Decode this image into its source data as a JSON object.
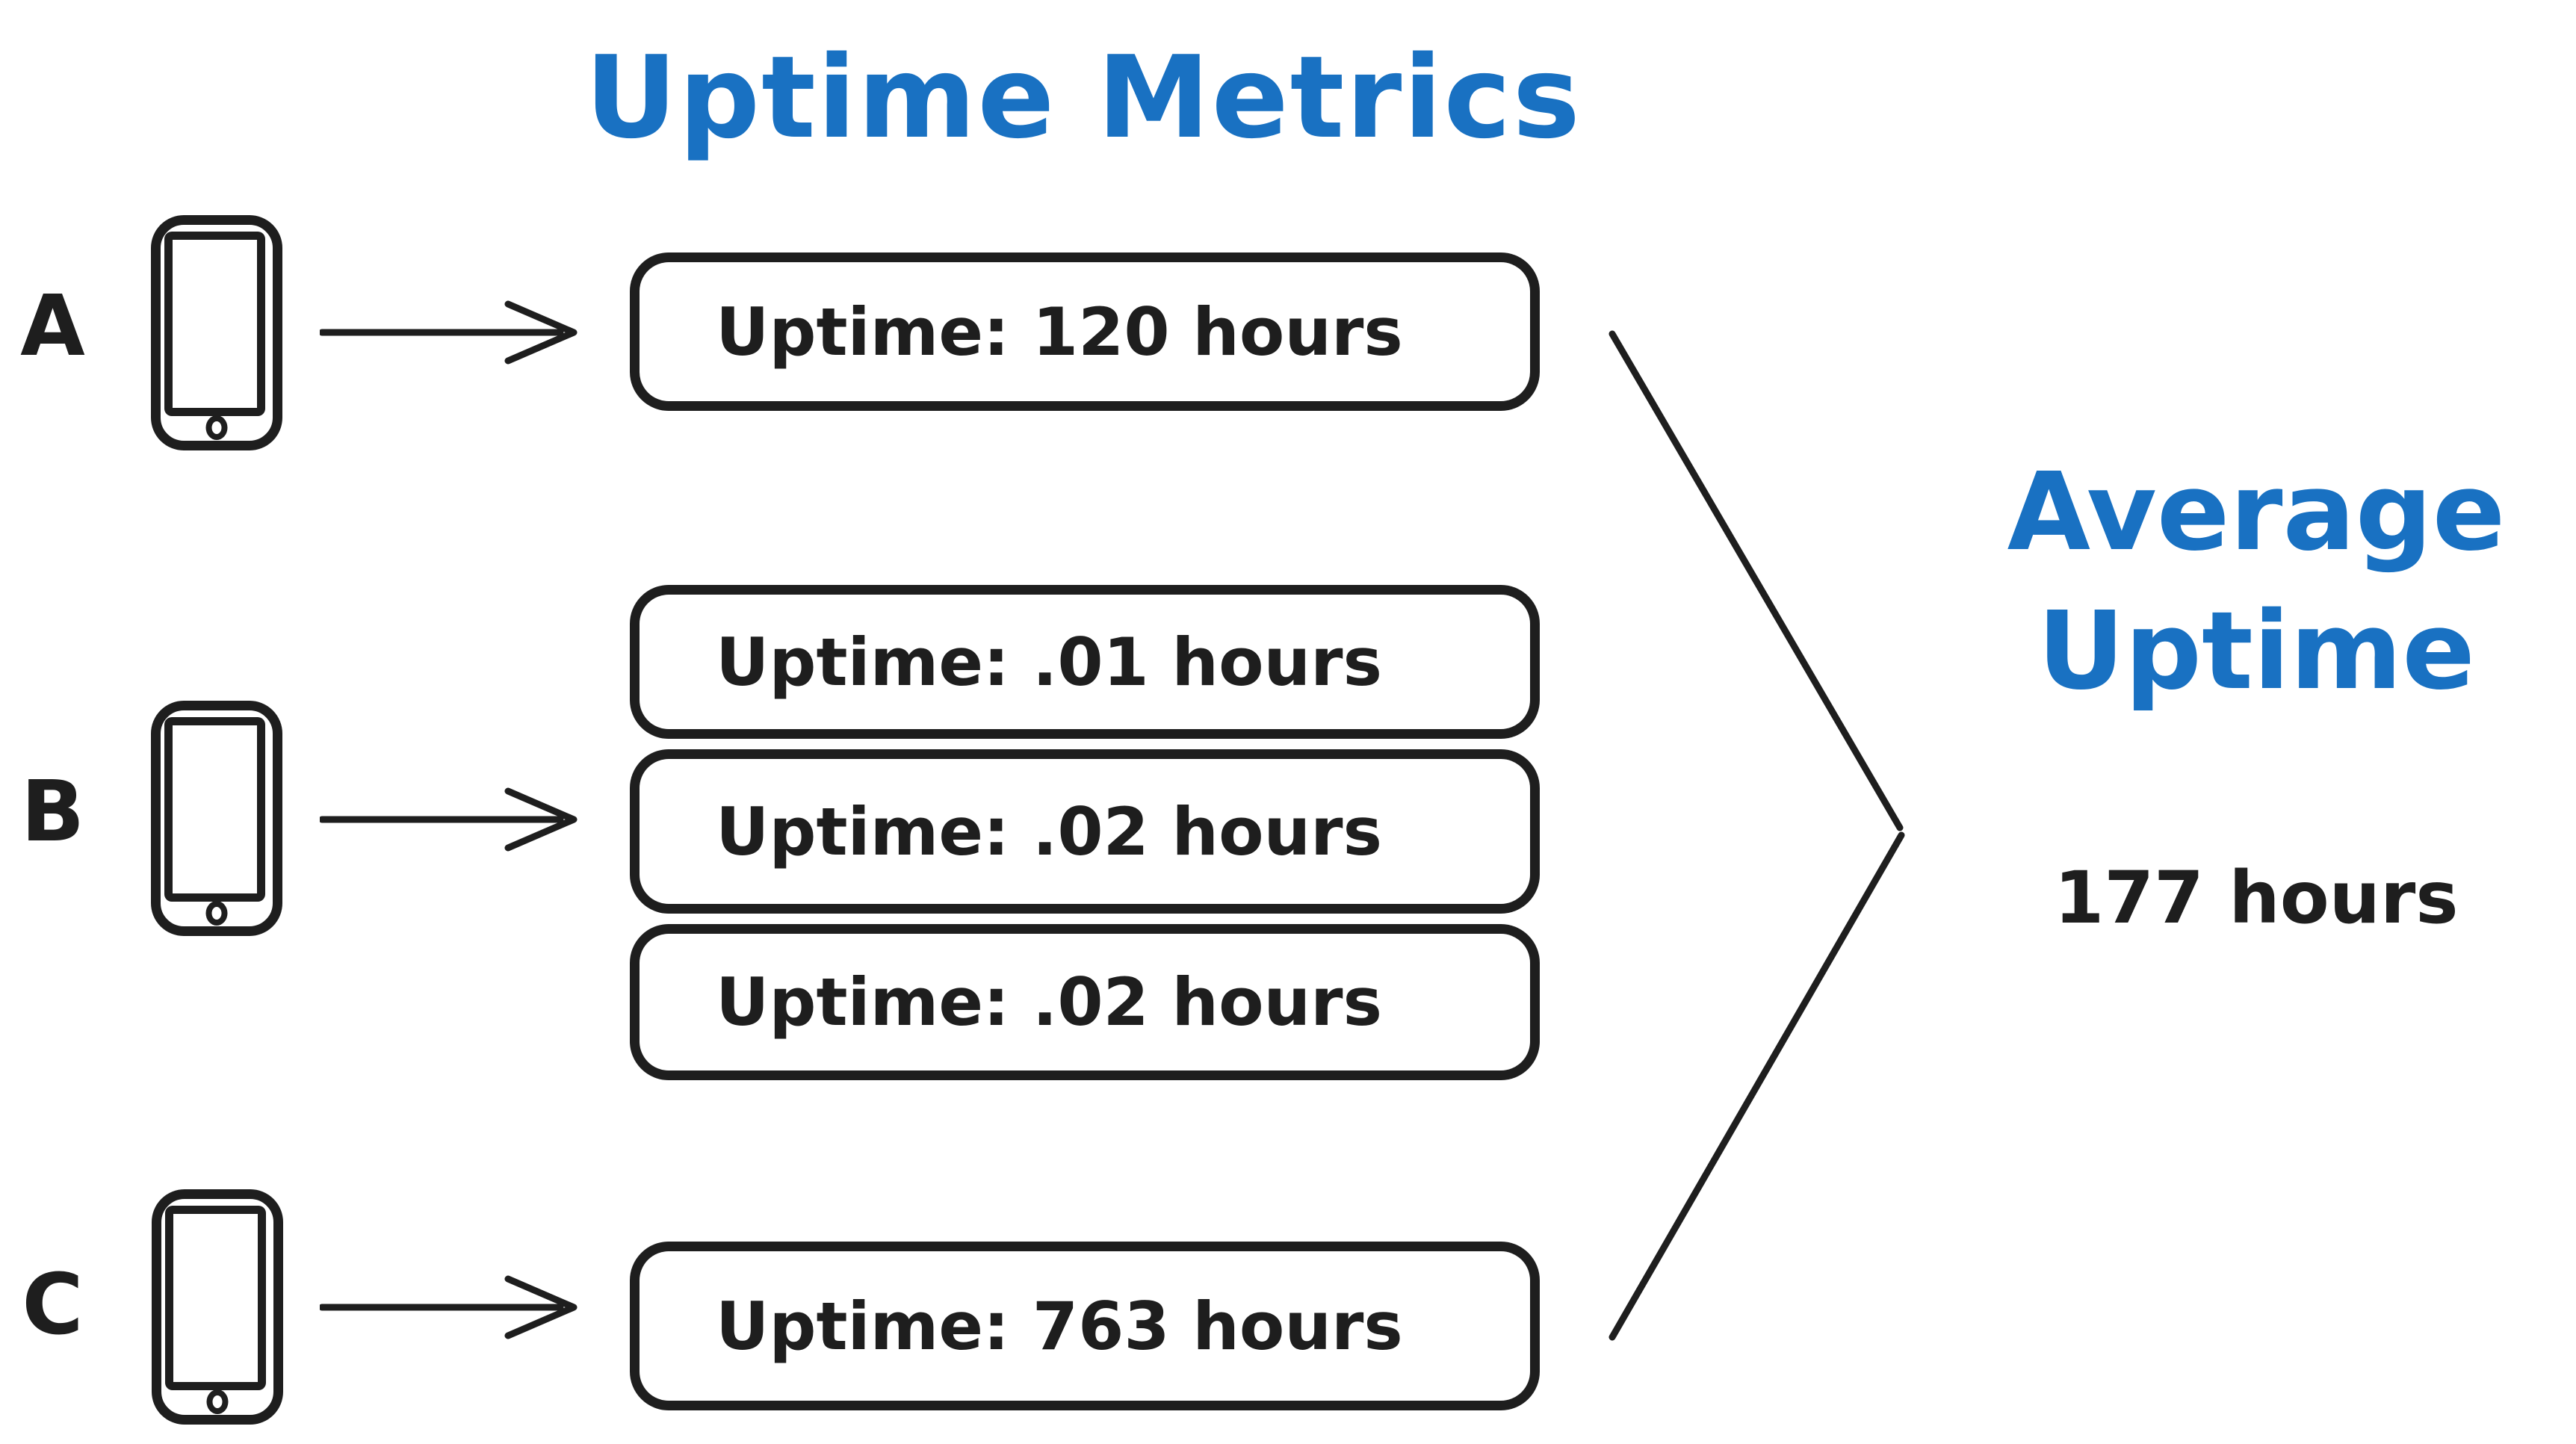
{
  "title": {
    "text": "Uptime Metrics"
  },
  "devices": [
    {
      "label": "A",
      "boxes": [
        "Uptime: 120 hours"
      ]
    },
    {
      "label": "B",
      "boxes": [
        "Uptime: .01 hours",
        "Uptime: .02 hours",
        "Uptime: .02 hours"
      ]
    },
    {
      "label": "C",
      "boxes": [
        "Uptime: 763 hours"
      ]
    }
  ],
  "result": {
    "line1": "Average",
    "line2": "Uptime",
    "value": "177 hours"
  },
  "icons": {
    "phone": "smartphone-icon",
    "arrow": "arrow-right-icon",
    "merge": "merge-chevron-icon"
  },
  "colors": {
    "ink": "#1e1e1e",
    "accent": "#1971c2",
    "background": "#ffffff"
  }
}
